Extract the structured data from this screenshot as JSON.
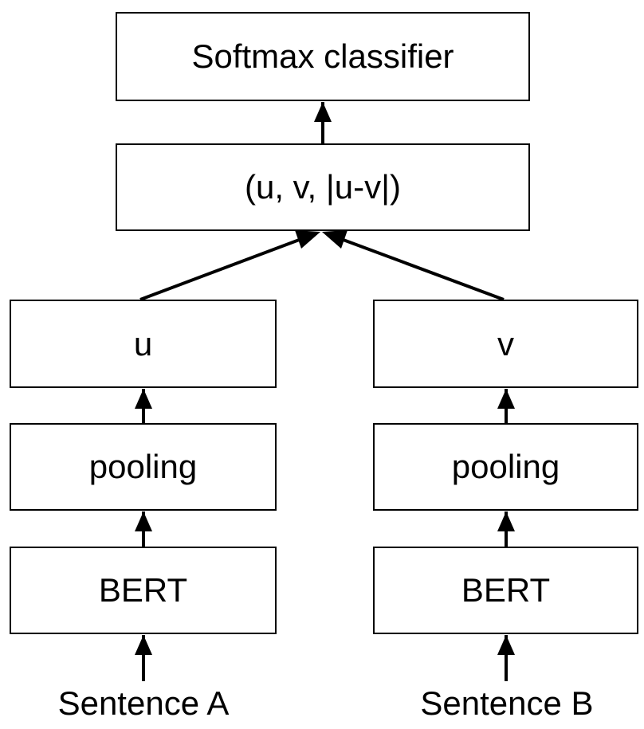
{
  "diagram": {
    "nodes": {
      "softmax": "Softmax classifier",
      "concat": "(u, v, |u-v|)",
      "u": "u",
      "v": "v",
      "pooling_a": "pooling",
      "pooling_b": "pooling",
      "bert_a": "BERT",
      "bert_b": "BERT"
    },
    "inputs": {
      "sentence_a": "Sentence A",
      "sentence_b": "Sentence B"
    },
    "edges": [
      [
        "sentence_a",
        "bert_a"
      ],
      [
        "bert_a",
        "pooling_a"
      ],
      [
        "pooling_a",
        "u"
      ],
      [
        "sentence_b",
        "bert_b"
      ],
      [
        "bert_b",
        "pooling_b"
      ],
      [
        "pooling_b",
        "v"
      ],
      [
        "u",
        "concat"
      ],
      [
        "v",
        "concat"
      ],
      [
        "concat",
        "softmax"
      ]
    ],
    "colors": {
      "stroke": "#000000",
      "background": "#ffffff"
    }
  }
}
